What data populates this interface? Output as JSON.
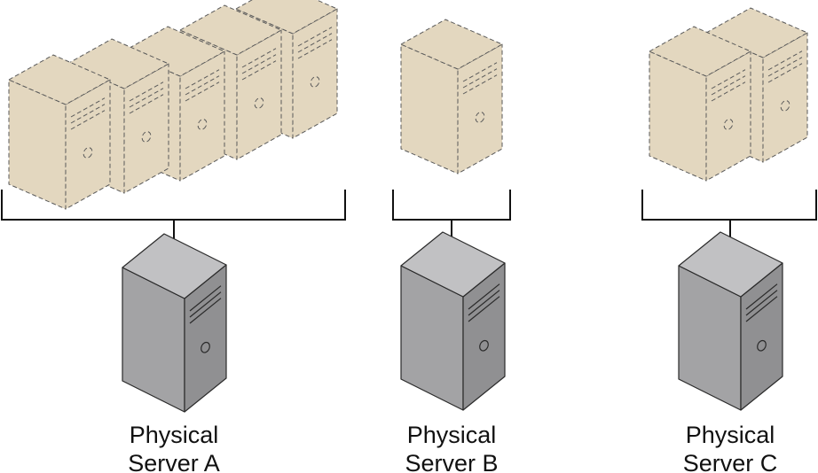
{
  "groups": [
    {
      "id": "a",
      "label_line1": "Physical",
      "label_line2": "Server A",
      "virtual_server_count": 5
    },
    {
      "id": "b",
      "label_line1": "Physical",
      "label_line2": "Server B",
      "virtual_server_count": 1
    },
    {
      "id": "c",
      "label_line1": "Physical",
      "label_line2": "Server C",
      "virtual_server_count": 2
    }
  ],
  "colors": {
    "virtual_fill": "#e3d7bf",
    "virtual_stroke": "#5a5a5a",
    "physical_front": "#a3a3a5",
    "physical_side": "#909092",
    "physical_top": "#c1c1c3",
    "physical_stroke": "#2a2a2a",
    "line": "#111111"
  },
  "icons": {
    "virtual": "virtual-server-icon",
    "physical": "physical-server-icon"
  }
}
